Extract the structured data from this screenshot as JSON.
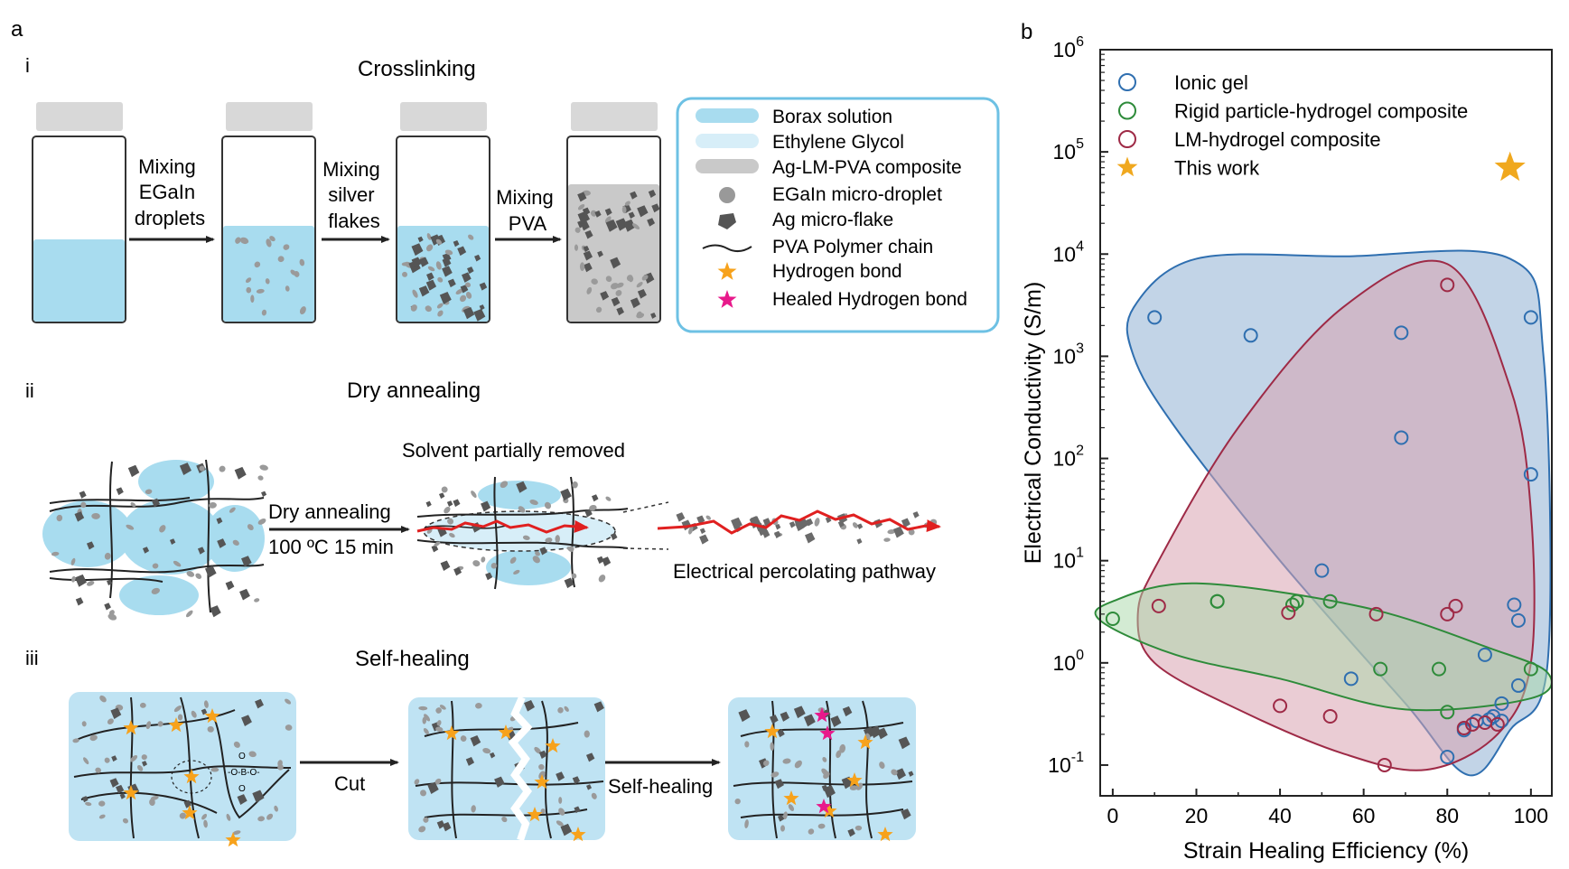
{
  "panel_a": {
    "label": "a",
    "i": {
      "roman": "i",
      "title": "Crosslinking",
      "arrow1": [
        "Mixing",
        "EGaIn",
        "droplets"
      ],
      "arrow2": [
        "Mixing",
        "silver",
        "flakes"
      ],
      "arrow3": [
        "Mixing",
        "PVA"
      ],
      "legend": [
        "Borax solution",
        "Ethylene Glycol",
        "Ag-LM-PVA composite",
        "EGaIn micro-droplet",
        "Ag micro-flake",
        "PVA Polymer chain",
        "Hydrogen bond",
        "Healed Hydrogen bond"
      ]
    },
    "ii": {
      "roman": "ii",
      "title": "Dry annealing",
      "arrow_top": "Dry annealing",
      "arrow_bottom": "100 ºC 15 min",
      "solvent": "Solvent partially removed",
      "pathway": "Electrical percolating pathway"
    },
    "iii": {
      "roman": "iii",
      "title": "Self-healing",
      "cut": "Cut",
      "heal": "Self-healing",
      "chem": [
        "O",
        "-O-B-O-",
        "O"
      ]
    }
  },
  "panel_b": {
    "label": "b"
  },
  "colors": {
    "ionic": "#2f6fb0",
    "ionic_fill": "#8fb0d3",
    "rigid": "#2e8b3a",
    "rigid_fill": "#a8d8a8",
    "lm": "#9e2a46",
    "lm_fill": "#d9a3b0",
    "this_work": "#f0a81e",
    "healed": "#e8198b",
    "borax": "#a8dcef",
    "glycol": "#d7eef8",
    "composite": "#c9c9c9",
    "red": "#e02020"
  },
  "chart_data": {
    "type": "scatter",
    "xlabel": "Strain Healing Efficiency (%)",
    "ylabel": "Electrical Conductivity (S/m)",
    "xlim": [
      -3,
      105
    ],
    "ylim": [
      0.05,
      1000000
    ],
    "yscale": "log",
    "xticks": [
      0,
      20,
      40,
      60,
      80,
      100
    ],
    "ytick_labels": [
      {
        "value": 0.1,
        "base": "10",
        "exp": "-1"
      },
      {
        "value": 1,
        "base": "10",
        "exp": "0"
      },
      {
        "value": 10,
        "base": "10",
        "exp": "1"
      },
      {
        "value": 100,
        "base": "10",
        "exp": "2"
      },
      {
        "value": 1000,
        "base": "10",
        "exp": "3"
      },
      {
        "value": 10000,
        "base": "10",
        "exp": "4"
      },
      {
        "value": 100000,
        "base": "10",
        "exp": "5"
      },
      {
        "value": 1000000,
        "base": "10",
        "exp": "6"
      }
    ],
    "legend_position": "top-left",
    "series": [
      {
        "name": "Ionic gel",
        "marker": "circle",
        "color": "#2f6fb0",
        "points": [
          [
            10,
            2400
          ],
          [
            33,
            1600
          ],
          [
            69,
            1700
          ],
          [
            69,
            160
          ],
          [
            50,
            8
          ],
          [
            57,
            0.7
          ],
          [
            80,
            0.12
          ],
          [
            84,
            0.22
          ],
          [
            87,
            0.27
          ],
          [
            89,
            1.2
          ],
          [
            90,
            0.28
          ],
          [
            91,
            0.3
          ],
          [
            93,
            0.27
          ],
          [
            93,
            0.4
          ],
          [
            96,
            3.7
          ],
          [
            97,
            2.6
          ],
          [
            97,
            0.6
          ],
          [
            100,
            2400
          ],
          [
            100,
            70
          ]
        ]
      },
      {
        "name": "Rigid particle-hydrogel composite",
        "marker": "circle",
        "color": "#2e8b3a",
        "points": [
          [
            0,
            2.7
          ],
          [
            25,
            4
          ],
          [
            25,
            4
          ],
          [
            43,
            3.7
          ],
          [
            44,
            4
          ],
          [
            52,
            4
          ],
          [
            64,
            0.87
          ],
          [
            78,
            0.87
          ],
          [
            80,
            0.33
          ],
          [
            100,
            0.87
          ]
        ]
      },
      {
        "name": "LM-hydrogel composite",
        "marker": "circle",
        "color": "#9e2a46",
        "points": [
          [
            11,
            3.6
          ],
          [
            40,
            0.38
          ],
          [
            42,
            3.1
          ],
          [
            52,
            0.3
          ],
          [
            63,
            3
          ],
          [
            65,
            0.1
          ],
          [
            80,
            5000
          ],
          [
            80,
            3
          ],
          [
            82,
            3.6
          ],
          [
            84,
            0.23
          ],
          [
            86,
            0.25
          ],
          [
            89,
            0.26
          ],
          [
            92,
            0.25
          ]
        ]
      },
      {
        "name": "This work",
        "marker": "star",
        "color": "#f0a81e",
        "points": [
          [
            95,
            70000
          ]
        ]
      }
    ]
  }
}
